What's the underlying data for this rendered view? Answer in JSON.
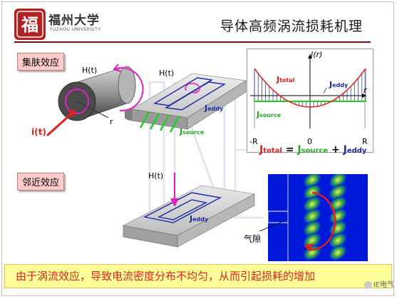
{
  "title": "导体高频涡流损耗机理",
  "logo": {
    "seal_char": "福",
    "name_cn": "福州大学",
    "name_en": "FUZHOU UNIVERSITY"
  },
  "skin_effect": {
    "label": "集肤效应",
    "h_label": "H(t)",
    "r_label": "r",
    "i_label": "i(t)"
  },
  "plate": {
    "h_label": "H(t)",
    "j_eddy_main": "J",
    "j_eddy_sub": "eddy",
    "j_source_main": "J",
    "j_source_sub": "source"
  },
  "graph": {
    "y_label": "J(r)",
    "x_label": "r",
    "ticks": [
      "-R",
      "0",
      "R"
    ],
    "j_total_main": "J",
    "j_total_sub": "total",
    "j_eddy_main": "J",
    "j_eddy_sub": "eddy",
    "j_source_main": "J",
    "j_source_sub": "source",
    "equation": {
      "lhs_main": "J",
      "lhs_sub": "total",
      "eq": "=",
      "a_main": "J",
      "a_sub": "source",
      "plus": "+",
      "b_main": "J",
      "b_sub": "eddy"
    }
  },
  "proximity": {
    "label": "邻近效应",
    "h_label": "H(t)",
    "j_eddy_main": "J",
    "j_eddy_sub": "eddy"
  },
  "air_gap": {
    "label": "气隙"
  },
  "conclusion": "由于涡流效应，导致电流密度分布不均匀，从而引起损耗的增加",
  "badge": "IE电气",
  "colors": {
    "red": "#e0201c",
    "magenta": "#e020c0",
    "green": "#22cc22",
    "blue": "#1a2aa0"
  }
}
